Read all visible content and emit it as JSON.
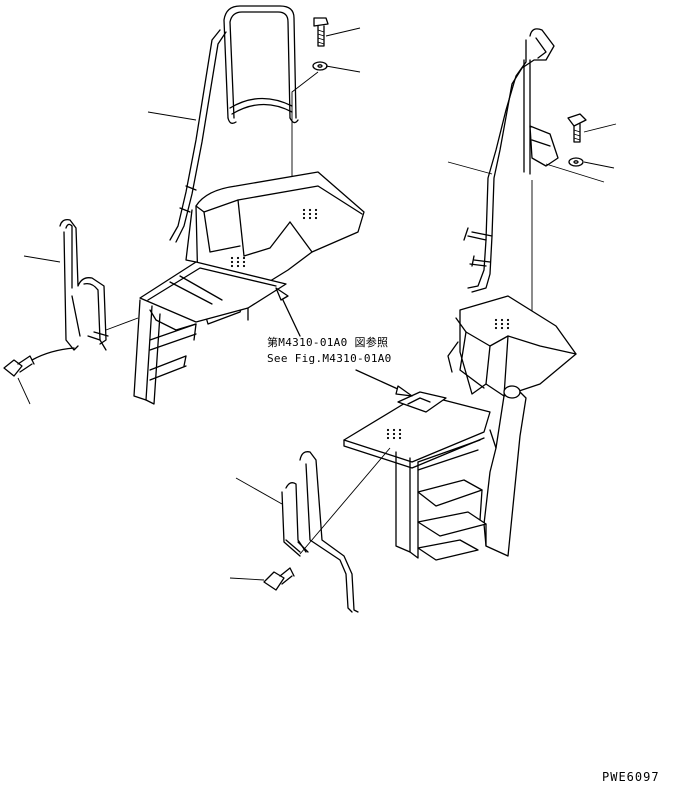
{
  "reference": {
    "line1": "第M4310-01A0 図参照",
    "line2": "See Fig.M4310-01A0"
  },
  "drawing_code": "PWE6097",
  "colors": {
    "line": "#000000",
    "background": "#ffffff"
  }
}
